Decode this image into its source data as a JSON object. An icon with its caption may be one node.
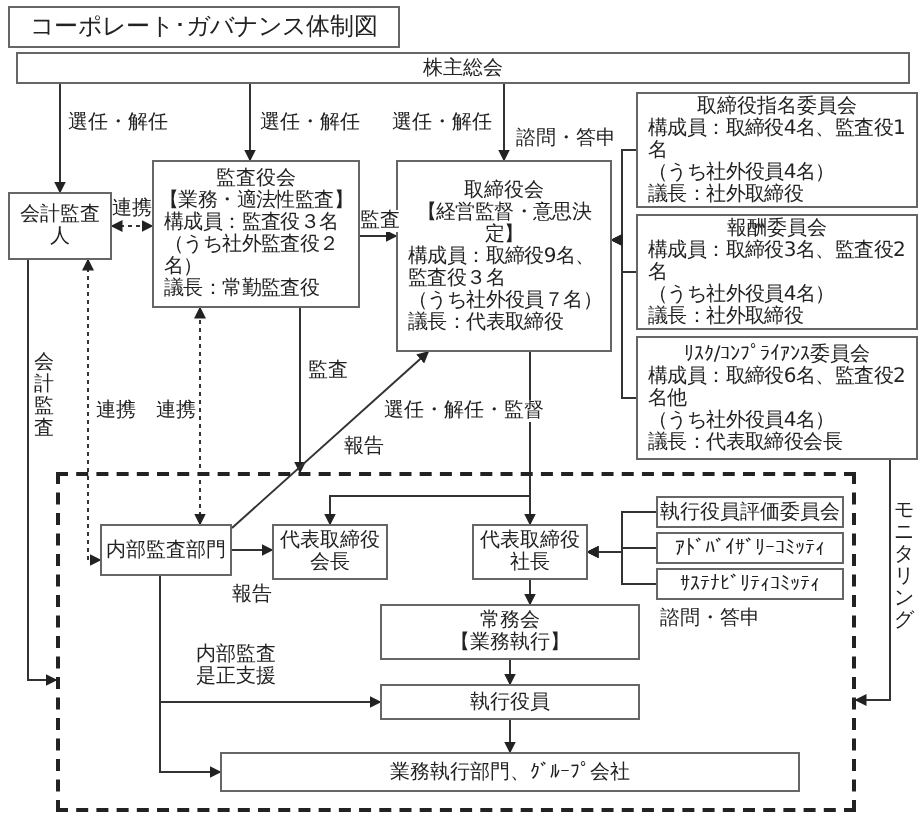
{
  "diagram": {
    "title": "コーポレート･ガバナンス体制図",
    "nodes": [
      {
        "text": [
          "株主総会"
        ]
      },
      {
        "text": [
          "会計監査人"
        ]
      },
      {
        "text": [
          "監査役会",
          "【業務・適法性監査】",
          "構成員：監査役３名",
          "（うち社外監査役２名）",
          "議長：常勤監査役"
        ]
      },
      {
        "text": [
          "取締役会",
          "【経営監督・意思決定】",
          "構成員：取締役9名、監査役３名",
          "（うち社外役員７名）",
          "議長：代表取締役"
        ]
      },
      {
        "text": [
          "取締役指名委員会",
          "構成員：取締役4名、監査役1名",
          "（うち社外役員4名）",
          "議長：社外取締役"
        ]
      },
      {
        "text": [
          "報酬委員会",
          "構成員：取締役3名、監査役2名",
          "（うち社外役員4名）",
          "議長：社外取締役"
        ]
      },
      {
        "text": [
          "ﾘｽｸ/ｺﾝﾌﾟﾗｲｱﾝｽ委員会",
          "構成員：取締役6名、監査役2名他",
          "（うち社外役員4名）",
          "議長：代表取締役会長"
        ]
      },
      {
        "text": [],
        "shape": "box"
      },
      {
        "text": [
          "内部監査部門"
        ],
        "in": 7
      },
      {
        "text": [
          "代表取締役",
          "会長"
        ],
        "in": 7
      },
      {
        "text": [
          "代表取締役",
          "社長"
        ],
        "in": 7
      },
      {
        "text": [
          "執行役員評価委員会"
        ],
        "in": 7
      },
      {
        "text": [
          "ｱﾄﾞﾊﾞｲｻﾞﾘｰｺﾐｯﾃｨ"
        ],
        "in": 7
      },
      {
        "text": [
          "ｻｽﾃﾅﾋﾞﾘﾃｨｺﾐｯﾃｨ"
        ],
        "in": 7
      },
      {
        "text": [
          "常務会",
          "【業務執行】"
        ],
        "in": 7
      },
      {
        "text": [
          "執行役員"
        ],
        "in": 7
      },
      {
        "text": [
          "業務執行部門、ｸﾞﾙｰﾌﾟ会社"
        ],
        "in": 7
      }
    ],
    "edges": [
      {
        "from": 0,
        "to": 1,
        "arrow": "to",
        "label": "選任・解任"
      },
      {
        "from": 0,
        "to": 2,
        "arrow": "to",
        "label": "選任・解任"
      },
      {
        "from": 0,
        "to": 3,
        "arrow": "to",
        "label": "選任・解任"
      },
      {
        "from": 1,
        "to": 2,
        "arrow": "both",
        "label": "連携",
        "style": "dashed"
      },
      {
        "from": 2,
        "to": 3,
        "arrow": "to",
        "label": "監査"
      },
      {
        "from": 2,
        "to": 7,
        "arrow": "to",
        "label": "監査"
      },
      {
        "from": 8,
        "to": 2,
        "arrow": "both",
        "label": "連携",
        "style": "dashed"
      },
      {
        "from": 1,
        "to": 8,
        "arrow": "both",
        "label": "連携",
        "style": "dashed"
      },
      {
        "from": 1,
        "to": 7,
        "arrow": "to",
        "label": "会計監査"
      },
      {
        "from": 8,
        "to": 3,
        "arrow": "to",
        "label": "報告"
      },
      {
        "from": 8,
        "to": 9,
        "arrow": "to",
        "label": "報告"
      },
      {
        "from": 3,
        "to": 10,
        "arrow": "to",
        "label": "選任・解任・監督"
      },
      {
        "from": 3,
        "to": 9,
        "arrow": "to"
      },
      {
        "from": 11,
        "to": 10,
        "arrow": "to",
        "label": "諮問・答申"
      },
      {
        "from": 12,
        "to": 10,
        "arrow": "to"
      },
      {
        "from": 13,
        "to": 10,
        "arrow": "to"
      },
      {
        "from": 4,
        "to": 3,
        "arrow": "to",
        "label": "諮問・答申"
      },
      {
        "from": 5,
        "to": 3,
        "arrow": "to"
      },
      {
        "from": 6,
        "to": 3,
        "arrow": "to"
      },
      {
        "from": 6,
        "to": 7,
        "arrow": "to",
        "label": "モニタリング"
      },
      {
        "from": 10,
        "to": 14,
        "arrow": "to"
      },
      {
        "from": 14,
        "to": 15,
        "arrow": "to"
      },
      {
        "from": 15,
        "to": 16,
        "arrow": "to"
      },
      {
        "from": 8,
        "to": 15,
        "arrow": "to",
        "label": "内部監査是正支援"
      },
      {
        "from": 8,
        "to": 16,
        "arrow": "to"
      }
    ]
  }
}
